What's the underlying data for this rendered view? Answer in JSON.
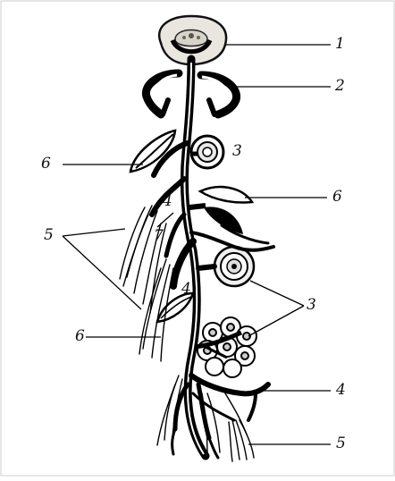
{
  "labels": {
    "l1": "1",
    "l2": "2",
    "l3a": "3",
    "l3b": "3",
    "l4a": "4",
    "l4b": "4",
    "l4c": "4",
    "l5a": "5",
    "l5b": "5",
    "l6a": "6",
    "l6b": "6",
    "l6c": "6",
    "l7": "7"
  }
}
